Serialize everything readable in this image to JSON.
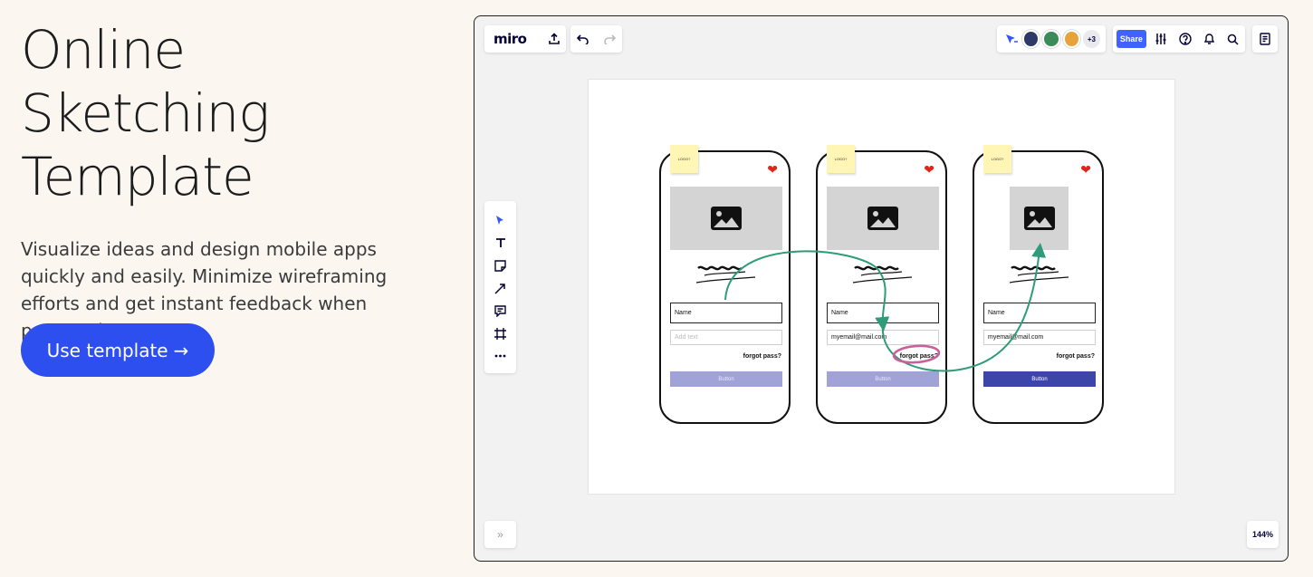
{
  "hero": {
    "title_line1": "Online Sketching",
    "title_line2": "Template",
    "description": "Visualize ideas and design mobile apps quickly and easily. Minimize wireframing efforts and get instant feedback when prototyping.",
    "cta_label": "Use template",
    "cta_arrow": "→"
  },
  "board": {
    "logo": "miro",
    "share_label": "Share",
    "collaborators_more": "+3",
    "zoom": "144%",
    "expand_glyph": "»",
    "avatar_colors": [
      "#2b3a67",
      "#3c8c5a",
      "#e8a23a"
    ]
  },
  "phones": [
    {
      "sticky": "LOGO?",
      "name_label": "Name",
      "email_value": "Add text",
      "forgot": "forgot pass?",
      "button": "Button"
    },
    {
      "sticky": "LOGO?",
      "name_label": "Name",
      "email_value": "myemail@mail.com",
      "forgot": "forgot pass?",
      "button": "Button"
    },
    {
      "sticky": "LOGO?",
      "name_label": "Name",
      "email_value": "myemail@mail.com",
      "forgot": "forgot pass?",
      "button": "Button"
    }
  ],
  "colors": {
    "cta": "#2e4ff0",
    "share": "#4262ff",
    "arrow": "#2e9b79",
    "circle": "#c9609a",
    "button_faded": "#a1a2d8",
    "button_solid": "#3d46a8"
  }
}
